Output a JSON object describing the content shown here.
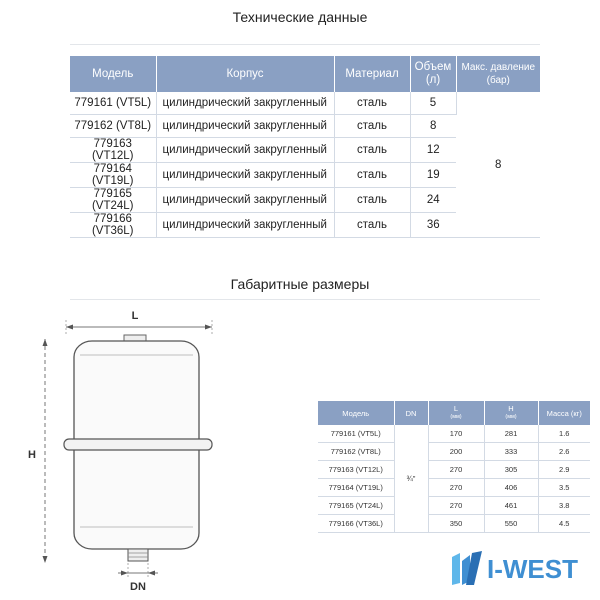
{
  "tech_section": {
    "title": "Технические данные",
    "table": {
      "headers": [
        "Модель",
        "Корпус",
        "Материал",
        "Объем (л)",
        "Макс. давление (бар)"
      ],
      "rows": [
        [
          "779161 (VT5L)",
          "цилиндрический закругленный",
          "сталь",
          "5"
        ],
        [
          "779162 (VT8L)",
          "цилиндрический закругленный",
          "сталь",
          "8"
        ],
        [
          "779163 (VT12L)",
          "цилиндрический закругленный",
          "сталь",
          "12"
        ],
        [
          "779164 (VT19L)",
          "цилиндрический закругленный",
          "сталь",
          "19"
        ],
        [
          "779165 (VT24L)",
          "цилиндрический закругленный",
          "сталь",
          "24"
        ],
        [
          "779166 (VT36L)",
          "цилиндрический закругленный",
          "сталь",
          "36"
        ]
      ],
      "max_pressure": "8"
    }
  },
  "dims_section": {
    "title": "Габаритные размеры",
    "drawing_labels": {
      "width": "L",
      "height": "H",
      "connection": "DN"
    },
    "table": {
      "headers": [
        {
          "main": "Модель",
          "sub": ""
        },
        {
          "main": "DN",
          "sub": ""
        },
        {
          "main": "L",
          "sub": "(мм)"
        },
        {
          "main": "H",
          "sub": "(мм)"
        },
        {
          "main": "Масса (кг)",
          "sub": ""
        }
      ],
      "dn_value": "¾\"",
      "rows": [
        [
          "779161 (VT5L)",
          "170",
          "281",
          "1.6"
        ],
        [
          "779162 (VT8L)",
          "200",
          "333",
          "2.6"
        ],
        [
          "779163 (VT12L)",
          "270",
          "305",
          "2.9"
        ],
        [
          "779164 (VT19L)",
          "270",
          "406",
          "3.5"
        ],
        [
          "779165 (VT24L)",
          "270",
          "461",
          "3.8"
        ],
        [
          "779166 (VT36L)",
          "350",
          "550",
          "4.5"
        ]
      ]
    }
  },
  "brand": {
    "name": "I-WEST",
    "color": "#3f8fd2"
  },
  "colors": {
    "header_bg": "#8aa0c3",
    "row_border": "#d3dae4"
  }
}
